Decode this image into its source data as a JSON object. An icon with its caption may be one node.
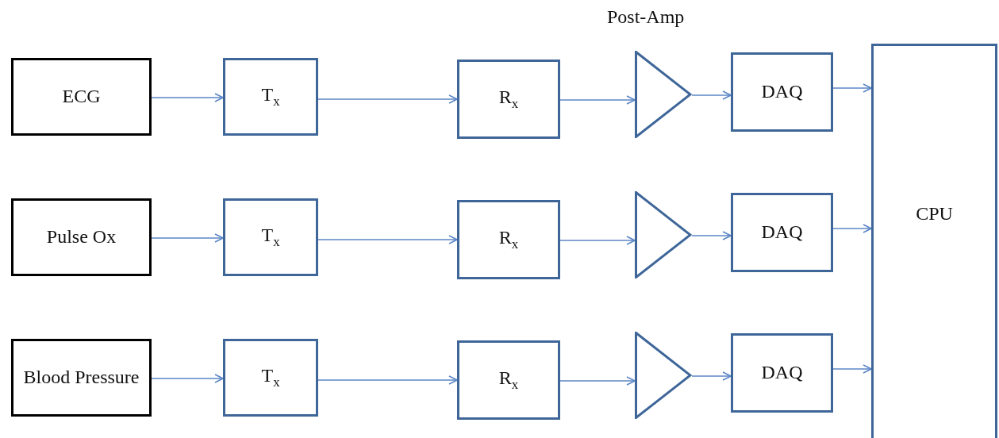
{
  "diagram": {
    "nodes": [
      {
        "text": [
          "ECG"
        ]
      },
      {
        "text": [
          "T$_{x}$"
        ]
      },
      {
        "text": [
          "R$_{x}$"
        ]
      },
      {
        "text": [],
        "shape": "triangle"
      },
      {
        "text": [
          "DAQ"
        ]
      },
      {
        "text": [
          "Pulse Ox"
        ]
      },
      {
        "text": [
          "T$_{x}$"
        ]
      },
      {
        "text": [
          "R$_{x}$"
        ]
      },
      {
        "text": [],
        "shape": "triangle"
      },
      {
        "text": [
          "DAQ"
        ]
      },
      {
        "text": [
          "Blood Pressure"
        ]
      },
      {
        "text": [
          "T$_{x}$"
        ]
      },
      {
        "text": [
          "R$_{x}$"
        ]
      },
      {
        "text": [],
        "shape": "triangle"
      },
      {
        "text": [
          "DAQ"
        ]
      },
      {
        "text": [
          "CPU"
        ]
      }
    ],
    "edges": [
      {
        "from": 0,
        "to": 1,
        "arrow": "to"
      },
      {
        "from": 1,
        "to": 2,
        "arrow": "to"
      },
      {
        "from": 2,
        "to": 3,
        "arrow": "to"
      },
      {
        "from": 3,
        "to": 4,
        "arrow": "to"
      },
      {
        "from": 4,
        "to": 15,
        "arrow": "to"
      },
      {
        "from": 5,
        "to": 6,
        "arrow": "to"
      },
      {
        "from": 6,
        "to": 7,
        "arrow": "to"
      },
      {
        "from": 7,
        "to": 8,
        "arrow": "to"
      },
      {
        "from": 8,
        "to": 9,
        "arrow": "to"
      },
      {
        "from": 9,
        "to": 15,
        "arrow": "to"
      },
      {
        "from": 10,
        "to": 11,
        "arrow": "to"
      },
      {
        "from": 11,
        "to": 12,
        "arrow": "to"
      },
      {
        "from": 12,
        "to": 13,
        "arrow": "to"
      },
      {
        "from": 13,
        "to": 14,
        "arrow": "to"
      },
      {
        "from": 14,
        "to": 15,
        "arrow": "to"
      }
    ],
    "labels": [
      "Post-Amp"
    ]
  }
}
